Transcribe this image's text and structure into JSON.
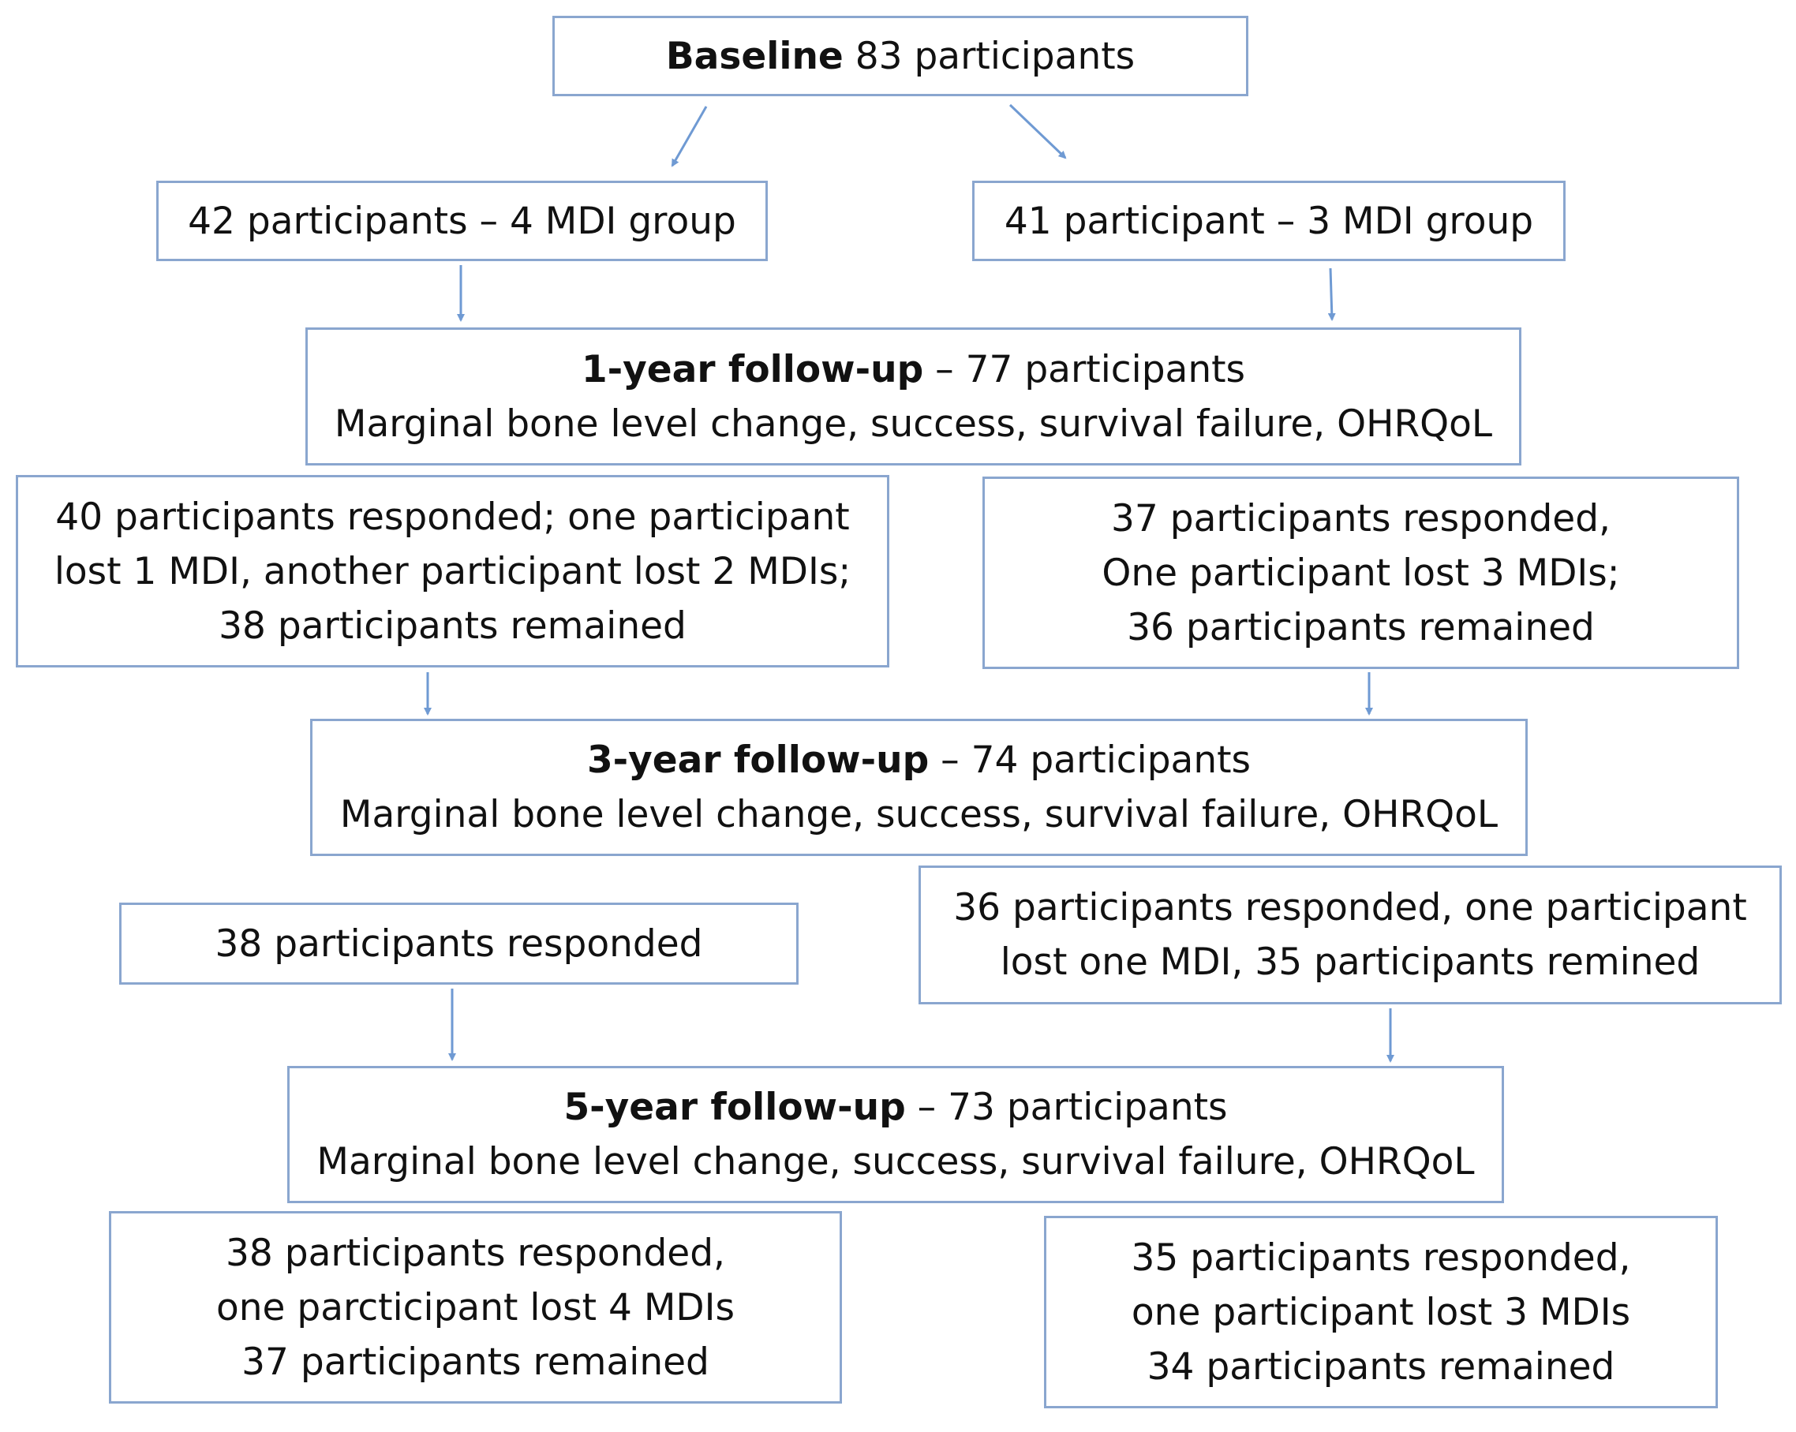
{
  "colors": {
    "box_border": "#8aa6cf",
    "arrow": "#6f9ad3",
    "text": "#111111"
  },
  "baseline": {
    "bold": "Baseline",
    "text": " 83 participants"
  },
  "group_left": {
    "text": "42 participants – 4 MDI group"
  },
  "group_right": {
    "text": "41 participant – 3 MDI group"
  },
  "followup_1": {
    "bold": "1-year follow-up",
    "text": " – 77 participants",
    "measures": "Marginal bone level change, success, survival failure, OHRQoL"
  },
  "year1_left": {
    "lines": [
      "40 participants responded; one participant",
      "lost 1 MDI, another participant lost 2 MDIs;",
      "38 participants remained"
    ]
  },
  "year1_right": {
    "lines": [
      "37 participants responded,",
      "One participant lost 3 MDIs;",
      "36 participants remained"
    ]
  },
  "followup_3": {
    "bold": "3-year follow-up",
    "text": " – 74 participants",
    "measures": "Marginal bone level change, success, survival failure, OHRQoL"
  },
  "year3_left": {
    "lines": [
      "38 participants responded"
    ]
  },
  "year3_right": {
    "lines": [
      "36 participants responded, one participant",
      "lost one MDI, 35 participants  remined"
    ]
  },
  "followup_5": {
    "bold": "5-year follow-up",
    "text": " – 73 participants",
    "measures": "Marginal bone level change, success, survival failure, OHRQoL"
  },
  "year5_left": {
    "lines": [
      "38 participants responded,",
      "one parcticipant lost 4 MDIs",
      "37 participants remained"
    ]
  },
  "year5_right": {
    "lines": [
      "35 participants responded,",
      "one participant lost 3 MDIs",
      "34 participants remained"
    ]
  }
}
